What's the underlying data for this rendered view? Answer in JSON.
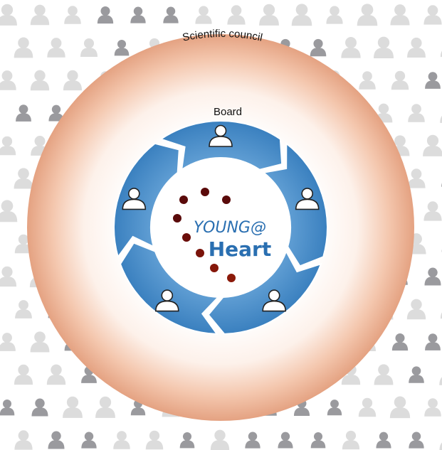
{
  "council": {
    "label": "Scientific council"
  },
  "board": {
    "label": "Board",
    "member_count": 5
  },
  "logo": {
    "line1": "YOUNG@",
    "line2": "Heart"
  },
  "colors": {
    "people_dark": "#9a9a9e",
    "people_light": "#dcdcdc",
    "ring_outer": "#e6a585",
    "ring_inner": "#ffffff",
    "board_blue": "#3f86c4",
    "board_blue_light": "#67a4d8",
    "logo_blue": "#2a6fb1",
    "dot_dark": "#5a0a0a",
    "dot_light": "#8b1a0a"
  },
  "icons": {
    "background_people": "person-icon",
    "board_member": "user-outline-icon"
  }
}
